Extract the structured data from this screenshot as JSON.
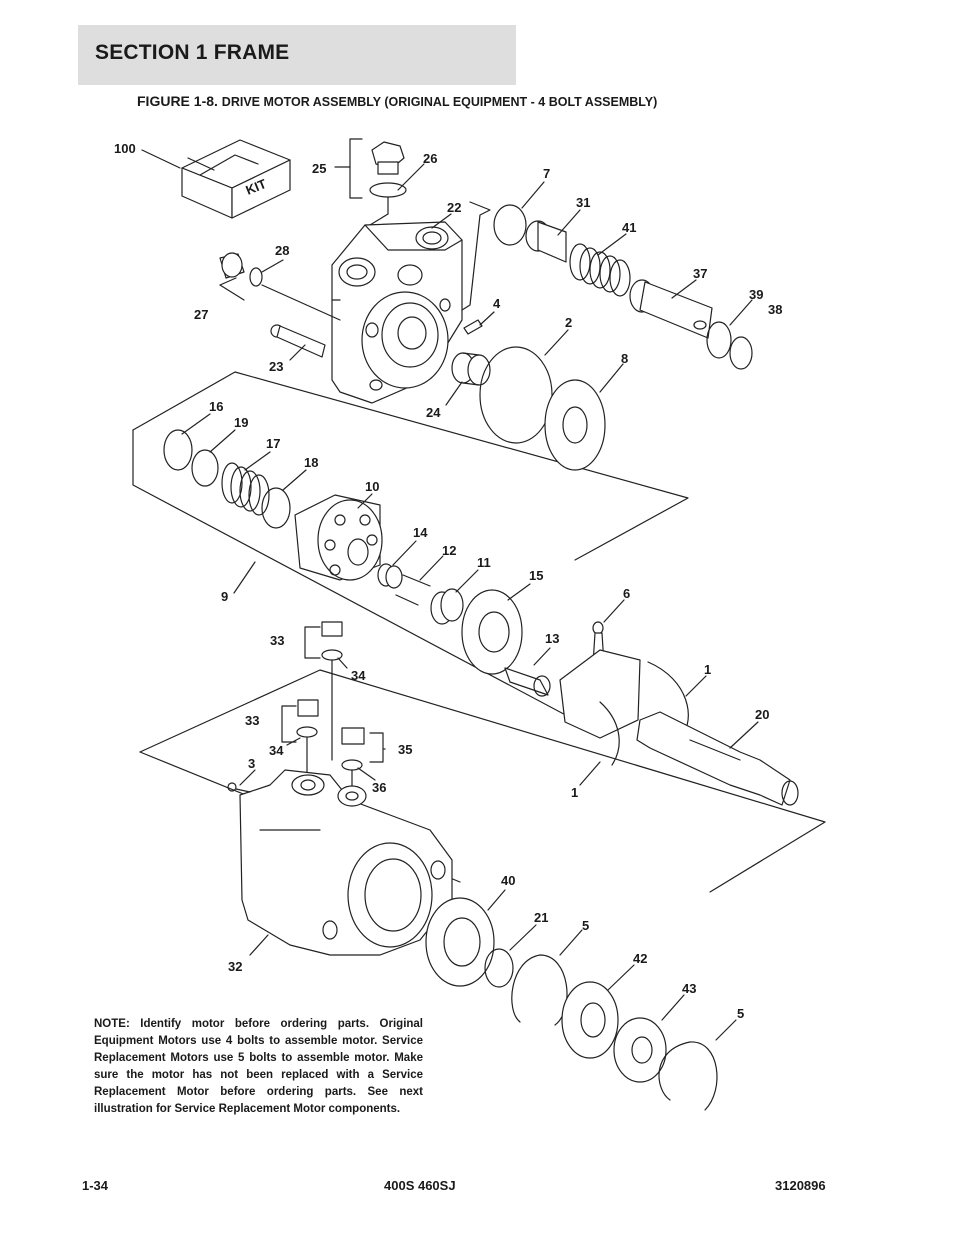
{
  "header": {
    "section_title": "SECTION 1  FRAME",
    "figure_label": "FIGURE 1-8.",
    "figure_caption": "DRIVE MOTOR ASSEMBLY (ORIGINAL EQUIPMENT - 4 BOLT ASSEMBLY)"
  },
  "diagram": {
    "kit_label": "KIT",
    "callouts": {
      "c100": "100",
      "c25": "25",
      "c26": "26",
      "c7": "7",
      "c31": "31",
      "c22": "22",
      "c41": "41",
      "c28": "28",
      "c37": "37",
      "c39": "39",
      "c38": "38",
      "c27": "27",
      "c4": "4",
      "c2": "2",
      "c23": "23",
      "c8": "8",
      "c24": "24",
      "c16": "16",
      "c19": "19",
      "c17": "17",
      "c18": "18",
      "c10": "10",
      "c14": "14",
      "c12": "12",
      "c11": "11",
      "c15": "15",
      "c9": "9",
      "c6": "6",
      "c33a": "33",
      "c13": "13",
      "c34a": "34",
      "c1a": "1",
      "c33b": "33",
      "c20": "20",
      "c34b": "34",
      "c35": "35",
      "c3": "3",
      "c36": "36",
      "c1b": "1",
      "c40": "40",
      "c21": "21",
      "c5a": "5",
      "c32": "32",
      "c42": "42",
      "c43": "43",
      "c5b": "5"
    }
  },
  "note": "NOTE: Identify motor before ordering parts.  Original Equipment Motors use 4 bolts to assemble motor. Service Replacement Motors use 5 bolts to assemble motor.  Make sure the motor has not been replaced with a Service Replacement Motor before ordering parts.  See next illustration for Service Replacement Motor components.",
  "footer": {
    "page_number": "1-34",
    "model": "400S 460SJ",
    "doc_number": "3120896"
  }
}
